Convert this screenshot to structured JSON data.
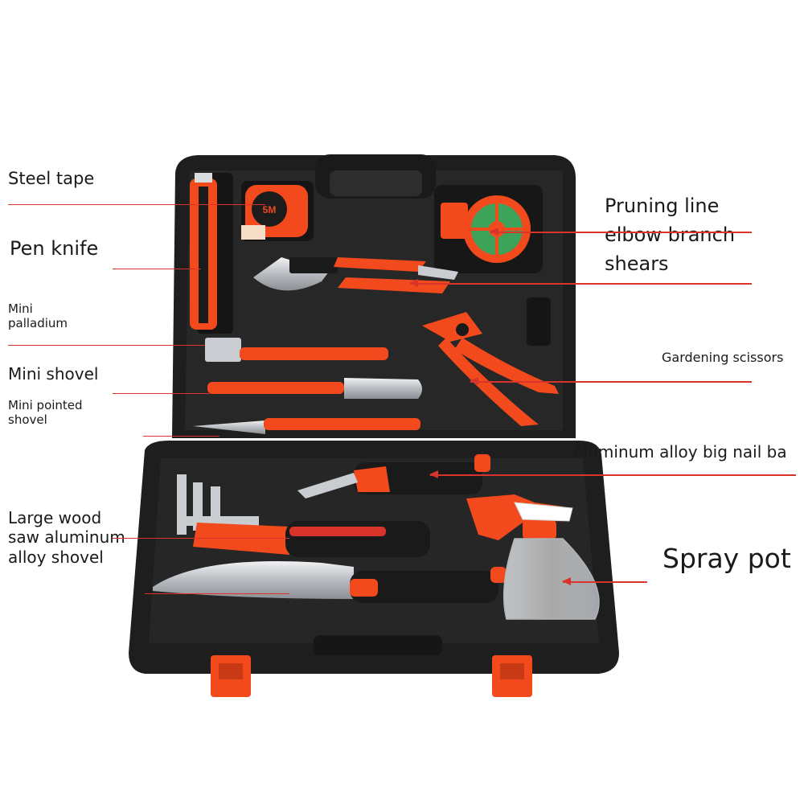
{
  "labels": {
    "steel_tape": "Steel tape",
    "pen_knife": "Pen knife",
    "mini_palladium": "Mini\npalladium",
    "mini_shovel": "Mini shovel",
    "mini_pointed_shovel": "Mini pointed\nshovel",
    "large_wood_saw": "Large wood\nsaw aluminum\n alloy shovel",
    "pruning_line": "Pruning line\nelbow branch\nshears",
    "gardening_scissors": "Gardening scissors",
    "aluminum_alloy_nail": "Aluminum alloy big nail ba",
    "spray_pot": "Spray pot"
  },
  "tape_marking": "5M",
  "colors": {
    "case": "#1e1e1e",
    "case_edge": "#2c2c2c",
    "accent": "#f24a1d",
    "arrow": "#d9342b",
    "steel": "#c9ccd0",
    "wire": "#3ea35a"
  }
}
